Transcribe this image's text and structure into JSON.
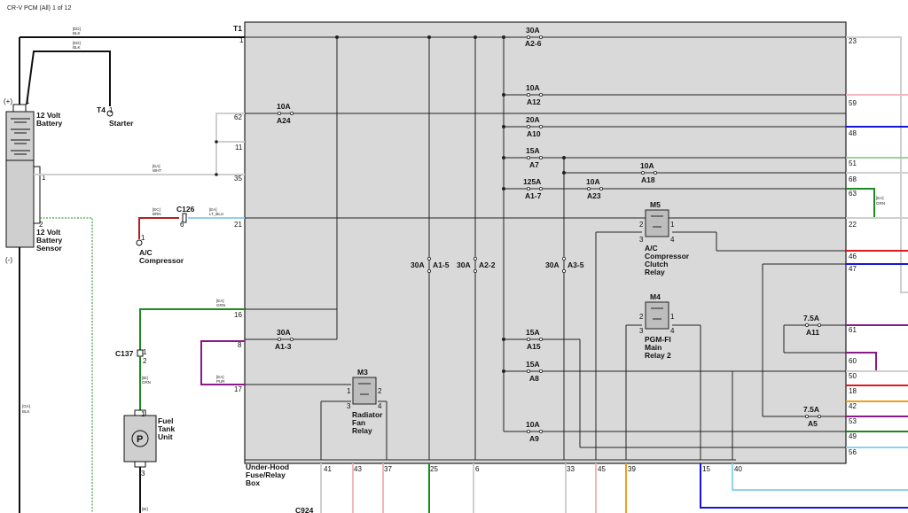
{
  "page_title": "CR-V PCM (All) 1 of 12",
  "colors": {
    "blk": "#111111",
    "wht": "#cfcfcf",
    "grn": "#1c8a1c",
    "brn": "#b32020",
    "lt_blu": "#8fd3ee",
    "pur": "#8a1a8a",
    "box_fill": "#d9d9d9",
    "pink": "#f5b5bf",
    "blue": "#1515d8",
    "red": "#dd1a1a",
    "orange": "#f0a018",
    "lt_grn": "#9bd29b"
  },
  "battery": {
    "label": "12 Volt Battery",
    "plus": "(+)",
    "minus": "(-)",
    "pin_top": "1"
  },
  "sensor": {
    "label": "12 Volt Battery Sensor",
    "pin1": "1",
    "pin2": "2"
  },
  "starter": {
    "ref": "T4",
    "pin": "1",
    "label": "Starter"
  },
  "ac_comp": {
    "pin": "1",
    "label": "A/C Compressor"
  },
  "c126": {
    "ref": "C126",
    "pin": "6"
  },
  "c137": {
    "ref": "C137",
    "pin1": "1",
    "pin2": "2"
  },
  "fuel_unit": {
    "label": "Fuel Tank Unit",
    "pin1": "1",
    "pin3": "3",
    "sym": "P"
  },
  "fuse_box": {
    "label": "Under-Hood Fuse/Relay Box",
    "t1": "T1",
    "t1_pin": "1"
  },
  "wire_tags": {
    "ed_blk1": "[ED] BLK",
    "ed_blk2": "[ED] BLK",
    "ea_wht": "[EA] WHT",
    "ec_brn": "[EC] BRN",
    "ea_ltblu": "[EA] LT_BLU",
    "ea_grn": "[EA] GRN",
    "ea_pur": "[EA] PUR",
    "bi_grn": "[BI] GRN",
    "ga_blk": "[GA] BLK",
    "ea_grn_r": "[EA] GRN",
    "bi_bot": "[BI]"
  },
  "left_pins": [
    "62",
    "11",
    "35",
    "21",
    "16",
    "8",
    "17"
  ],
  "right_pins": [
    "23",
    "59",
    "48",
    "51",
    "68",
    "63",
    "22",
    "46",
    "47",
    "61",
    "60",
    "50",
    "18",
    "42",
    "53",
    "49",
    "56"
  ],
  "bottom_pins": [
    "41",
    "43",
    "37",
    "25",
    "6",
    "33",
    "45",
    "39",
    "15",
    "40"
  ],
  "fuses": [
    {
      "amp": "30A",
      "ref": "A2-6"
    },
    {
      "amp": "10A",
      "ref": "A12"
    },
    {
      "amp": "20A",
      "ref": "A10"
    },
    {
      "amp": "15A",
      "ref": "A7"
    },
    {
      "amp": "10A",
      "ref": "A18"
    },
    {
      "amp": "125A",
      "ref": "A1-7"
    },
    {
      "amp": "10A",
      "ref": "A23"
    },
    {
      "amp": "10A",
      "ref": "A24"
    },
    {
      "amp": "30A",
      "ref": "A1-3"
    },
    {
      "amp": "15A",
      "ref": "A15"
    },
    {
      "amp": "15A",
      "ref": "A8"
    },
    {
      "amp": "10A",
      "ref": "A9"
    },
    {
      "amp": "7.5A",
      "ref": "A11"
    },
    {
      "amp": "7.5A",
      "ref": "A5"
    }
  ],
  "vfuses": [
    {
      "amp": "30A",
      "ref": "A1-5"
    },
    {
      "amp": "30A",
      "ref": "A2-2"
    },
    {
      "amp": "30A",
      "ref": "A3-5"
    }
  ],
  "relays": [
    {
      "ref": "M5",
      "label": "A/C Compressor Clutch Relay",
      "p1": "1",
      "p2": "2",
      "p3": "3",
      "p4": "4"
    },
    {
      "ref": "M4",
      "label": "PGM-FI Main Relay 2",
      "p1": "1",
      "p2": "2",
      "p3": "3",
      "p4": "4"
    },
    {
      "ref": "M3",
      "label": "Radiator Fan Relay",
      "p1": "1",
      "p2": "2",
      "p3": "3",
      "p4": "4"
    }
  ],
  "c924": "C924"
}
